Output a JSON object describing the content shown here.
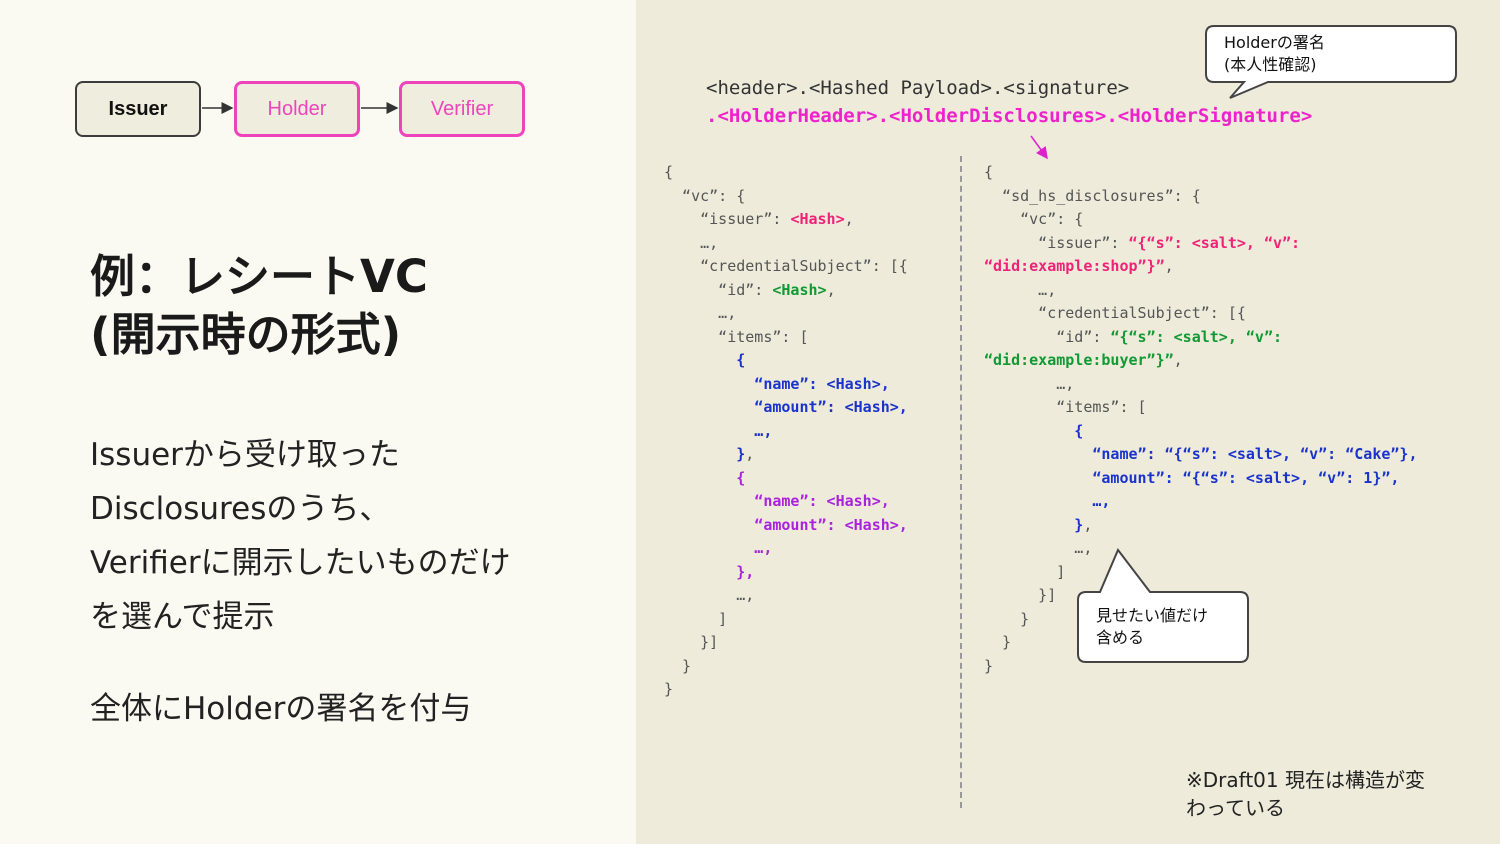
{
  "flow": {
    "issuer": "Issuer",
    "holder": "Holder",
    "verifier": "Verifier"
  },
  "title": {
    "line1": "例：レシートVC",
    "line2": "(開示時の形式)"
  },
  "body": {
    "lines": [
      "Issuerから受け取った",
      "Disclosuresのうち、",
      "Verifierに開示したいものだけ",
      "を選んで提示"
    ],
    "line2": "全体にHolderの署名を付与"
  },
  "format": {
    "line1": "<header>.<Hashed Payload>.<signature>",
    "line2": ".<HolderHeader>.<HolderDisclosures>.<HolderSignature>"
  },
  "callouts": {
    "holder_sig": {
      "line1": "Holderの署名",
      "line2": "(本人性確認)"
    },
    "show_values": {
      "line1": "見せたい値だけ",
      "line2": "含める"
    }
  },
  "footnote": {
    "line1": "※Draft01 現在は構造が変",
    "line2": "わっている"
  },
  "left_code": [
    [
      {
        "t": "{",
        "c": "k"
      }
    ],
    [
      {
        "t": "  “vc”: {",
        "c": "k"
      }
    ],
    [
      {
        "t": "    “issuer”: ",
        "c": "k"
      },
      {
        "t": "<Hash>",
        "c": "pink"
      },
      {
        "t": ",",
        "c": "k"
      }
    ],
    [
      {
        "t": "    …,",
        "c": "k"
      }
    ],
    [
      {
        "t": "    “credentialSubject”: [{",
        "c": "k"
      }
    ],
    [
      {
        "t": "      “id”: ",
        "c": "k"
      },
      {
        "t": "<Hash>",
        "c": "green"
      },
      {
        "t": ",",
        "c": "k"
      }
    ],
    [
      {
        "t": "      …,",
        "c": "k"
      }
    ],
    [
      {
        "t": "      “items”: [",
        "c": "k"
      }
    ],
    [
      {
        "t": "        {",
        "c": "blue"
      }
    ],
    [
      {
        "t": "          “name”: <Hash>,",
        "c": "blue"
      }
    ],
    [
      {
        "t": "          “amount”: <Hash>,",
        "c": "blue"
      }
    ],
    [
      {
        "t": "          …,",
        "c": "blue"
      }
    ],
    [
      {
        "t": "        }",
        "c": "blue"
      },
      {
        "t": ",",
        "c": "k"
      }
    ],
    [
      {
        "t": "        {",
        "c": "purple"
      }
    ],
    [
      {
        "t": "          “name”: <Hash>,",
        "c": "purple"
      }
    ],
    [
      {
        "t": "          “amount”: <Hash>,",
        "c": "purple"
      }
    ],
    [
      {
        "t": "          …,",
        "c": "purple"
      }
    ],
    [
      {
        "t": "        },",
        "c": "purple"
      }
    ],
    [
      {
        "t": "        …,",
        "c": "k"
      }
    ],
    [
      {
        "t": "      ]",
        "c": "k"
      }
    ],
    [
      {
        "t": "    }]",
        "c": "k"
      }
    ],
    [
      {
        "t": "  }",
        "c": "k"
      }
    ],
    [
      {
        "t": "}",
        "c": "k"
      }
    ]
  ],
  "right_code": [
    [
      {
        "t": "{",
        "c": "k"
      }
    ],
    [
      {
        "t": "  “sd_hs_disclosures”: {",
        "c": "k"
      }
    ],
    [
      {
        "t": "    “vc”: {",
        "c": "k"
      }
    ],
    [
      {
        "t": "      “issuer”: ",
        "c": "k"
      },
      {
        "t": "“{“s”: <salt>, “v”:",
        "c": "pink"
      }
    ],
    [
      {
        "t": "“did:example:shop”}”",
        "c": "pink"
      },
      {
        "t": ",",
        "c": "k"
      }
    ],
    [
      {
        "t": "      …,",
        "c": "k"
      }
    ],
    [
      {
        "t": "      “credentialSubject”: [{",
        "c": "k"
      }
    ],
    [
      {
        "t": "        “id”: ",
        "c": "k"
      },
      {
        "t": "“{“s”: <salt>, “v”:",
        "c": "green"
      }
    ],
    [
      {
        "t": "“did:example:buyer”}”",
        "c": "green"
      },
      {
        "t": ",",
        "c": "k"
      }
    ],
    [
      {
        "t": "        …,",
        "c": "k"
      }
    ],
    [
      {
        "t": "        “items”: [",
        "c": "k"
      }
    ],
    [
      {
        "t": "          {",
        "c": "blue"
      }
    ],
    [
      {
        "t": "            “name”: “{“s”: <salt>, “v”: “Cake”},",
        "c": "blue"
      }
    ],
    [
      {
        "t": "            “amount”: “{“s”: <salt>, “v”: 1}”,",
        "c": "blue"
      }
    ],
    [
      {
        "t": "            …,",
        "c": "blue"
      }
    ],
    [
      {
        "t": "          }",
        "c": "blue"
      },
      {
        "t": ",",
        "c": "k"
      }
    ],
    [
      {
        "t": "          …,",
        "c": "k"
      }
    ],
    [
      {
        "t": "        ]",
        "c": "k"
      }
    ],
    [
      {
        "t": "      }]",
        "c": "k"
      }
    ],
    [
      {
        "t": "    }",
        "c": "k"
      }
    ],
    [
      {
        "t": "  }",
        "c": "k"
      }
    ],
    [
      {
        "t": "}",
        "c": "k"
      }
    ]
  ]
}
